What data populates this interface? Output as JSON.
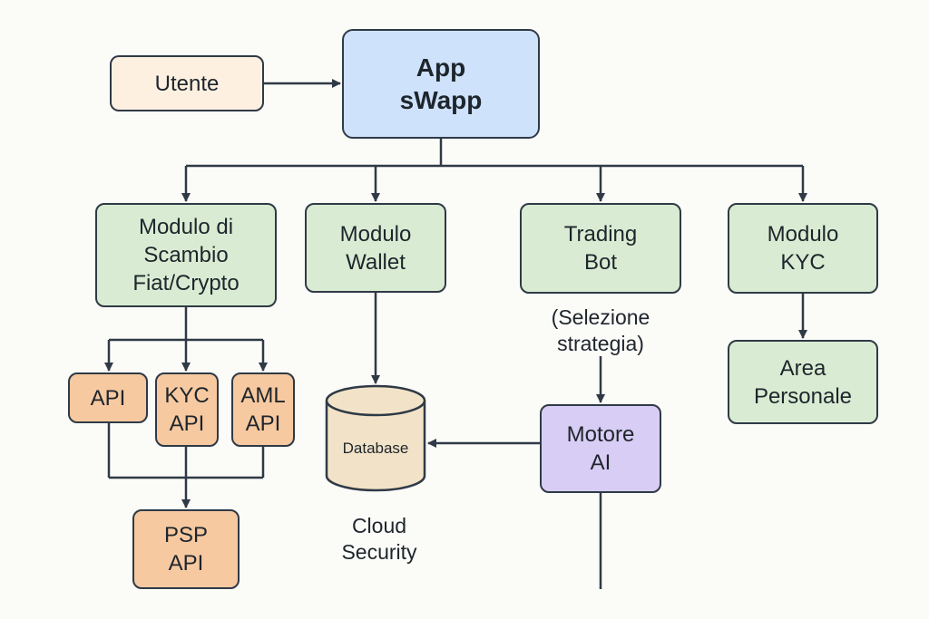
{
  "nodes": {
    "utente": "Utente",
    "app": "App\nsWapp",
    "modulo_scambio": "Modulo di\nScambio\nFiat/Crypto",
    "modulo_wallet": "Modulo\nWallet",
    "trading_bot": "Trading\nBot",
    "modulo_kyc": "Modulo\nKYC",
    "api": "API",
    "kyc_api": "KYC\nAPI",
    "aml_api": "AML\nAPI",
    "psp_api": "PSP\nAPI",
    "database": "Database",
    "motore_ai": "Motore\nAI",
    "area_personale": "Area\nPersonale"
  },
  "labels": {
    "selezione_strategia": "(Selezione\nstrategia)",
    "cloud_security": "Cloud\nSecurity"
  },
  "colors": {
    "stroke": "#2f3a46",
    "user": "#fdf0e1",
    "app": "#cfe2fb",
    "module": "#d9ecd3",
    "api": "#f6c9a0",
    "ai": "#d8cdf4",
    "database": "#f2e3c8"
  }
}
